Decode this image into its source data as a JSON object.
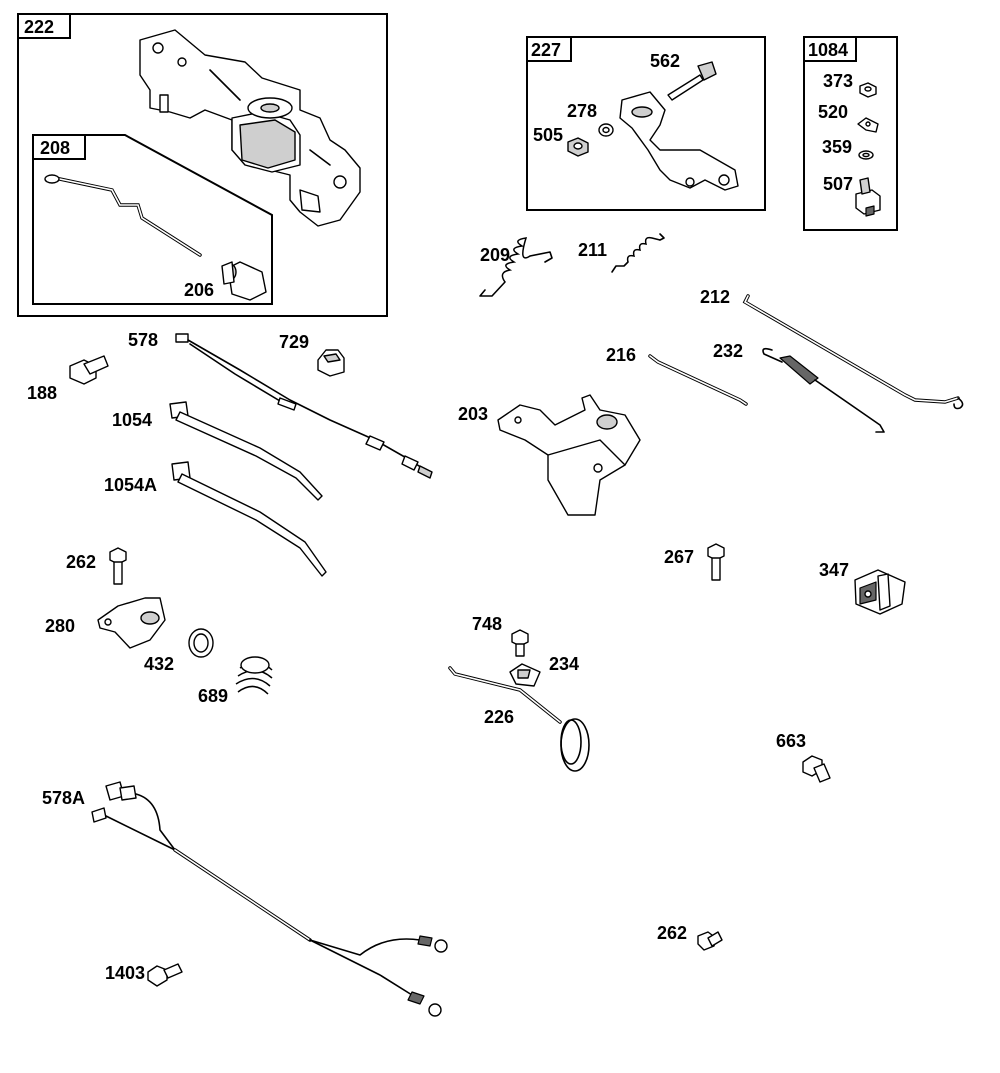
{
  "groups": {
    "g222": "222",
    "g208": "208",
    "g227": "227",
    "g1084": "1084"
  },
  "parts": {
    "p206": "206",
    "p562": "562",
    "p278": "278",
    "p505": "505",
    "p373": "373",
    "p520": "520",
    "p359": "359",
    "p507": "507",
    "p209": "209",
    "p211": "211",
    "p212": "212",
    "p216": "216",
    "p232": "232",
    "p578": "578",
    "p729": "729",
    "p188": "188",
    "p1054": "1054",
    "p1054A": "1054A",
    "p203": "203",
    "p262a": "262",
    "p267": "267",
    "p347": "347",
    "p280": "280",
    "p432": "432",
    "p689": "689",
    "p748": "748",
    "p234": "234",
    "p226": "226",
    "p663": "663",
    "p578A": "578A",
    "p262b": "262",
    "p1403": "1403"
  }
}
